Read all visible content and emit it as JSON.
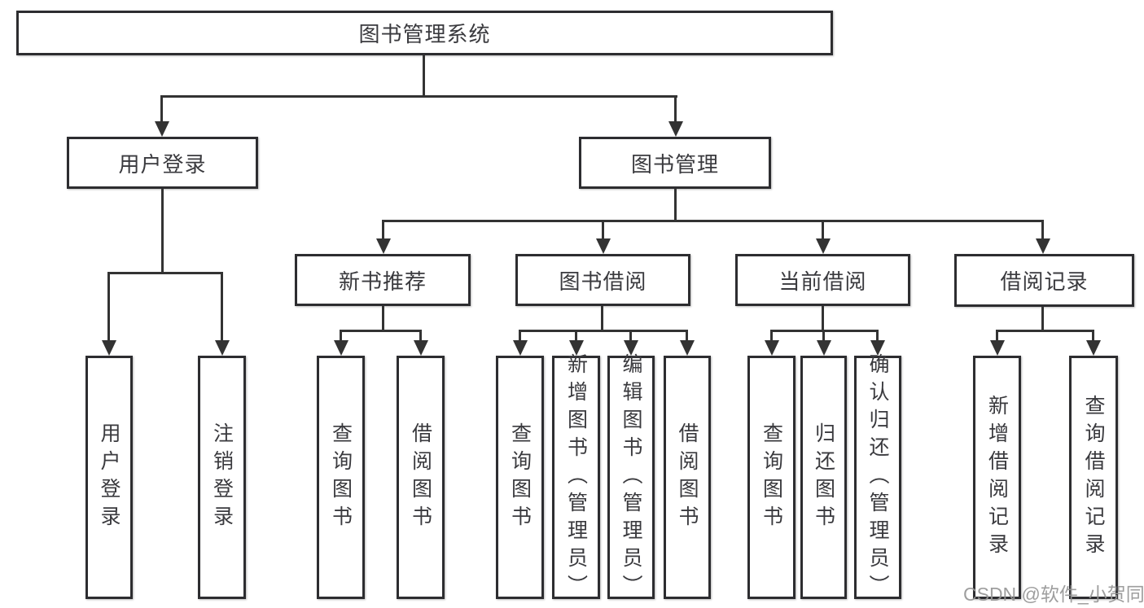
{
  "diagram": {
    "type": "hierarchy-tree",
    "root": {
      "label": "图书管理系统",
      "children": [
        {
          "label": "用户登录",
          "children": [
            {
              "label": "用户登录"
            },
            {
              "label": "注销登录"
            }
          ]
        },
        {
          "label": "图书管理",
          "children": [
            {
              "label": "新书推荐",
              "children": [
                {
                  "label": "查询图书"
                },
                {
                  "label": "借阅图书"
                }
              ]
            },
            {
              "label": "图书借阅",
              "children": [
                {
                  "label": "查询图书"
                },
                {
                  "label": "新增图书（管理员）"
                },
                {
                  "label": "编辑图书（管理员）"
                },
                {
                  "label": "借阅图书"
                }
              ]
            },
            {
              "label": "当前借阅",
              "children": [
                {
                  "label": "查询图书"
                },
                {
                  "label": "归还图书"
                },
                {
                  "label": "确认归还（管理员）"
                }
              ]
            },
            {
              "label": "借阅记录",
              "children": [
                {
                  "label": "新增借阅记录"
                },
                {
                  "label": "查询借阅记录"
                }
              ]
            }
          ]
        }
      ]
    }
  },
  "watermark": {
    "text": "CSDN @软件_小贺同学"
  },
  "colors": {
    "line": "#333333",
    "box_border": "#2d2d30",
    "text": "#3a3a3e",
    "watermark": "#969696",
    "background": "#ffffff"
  }
}
